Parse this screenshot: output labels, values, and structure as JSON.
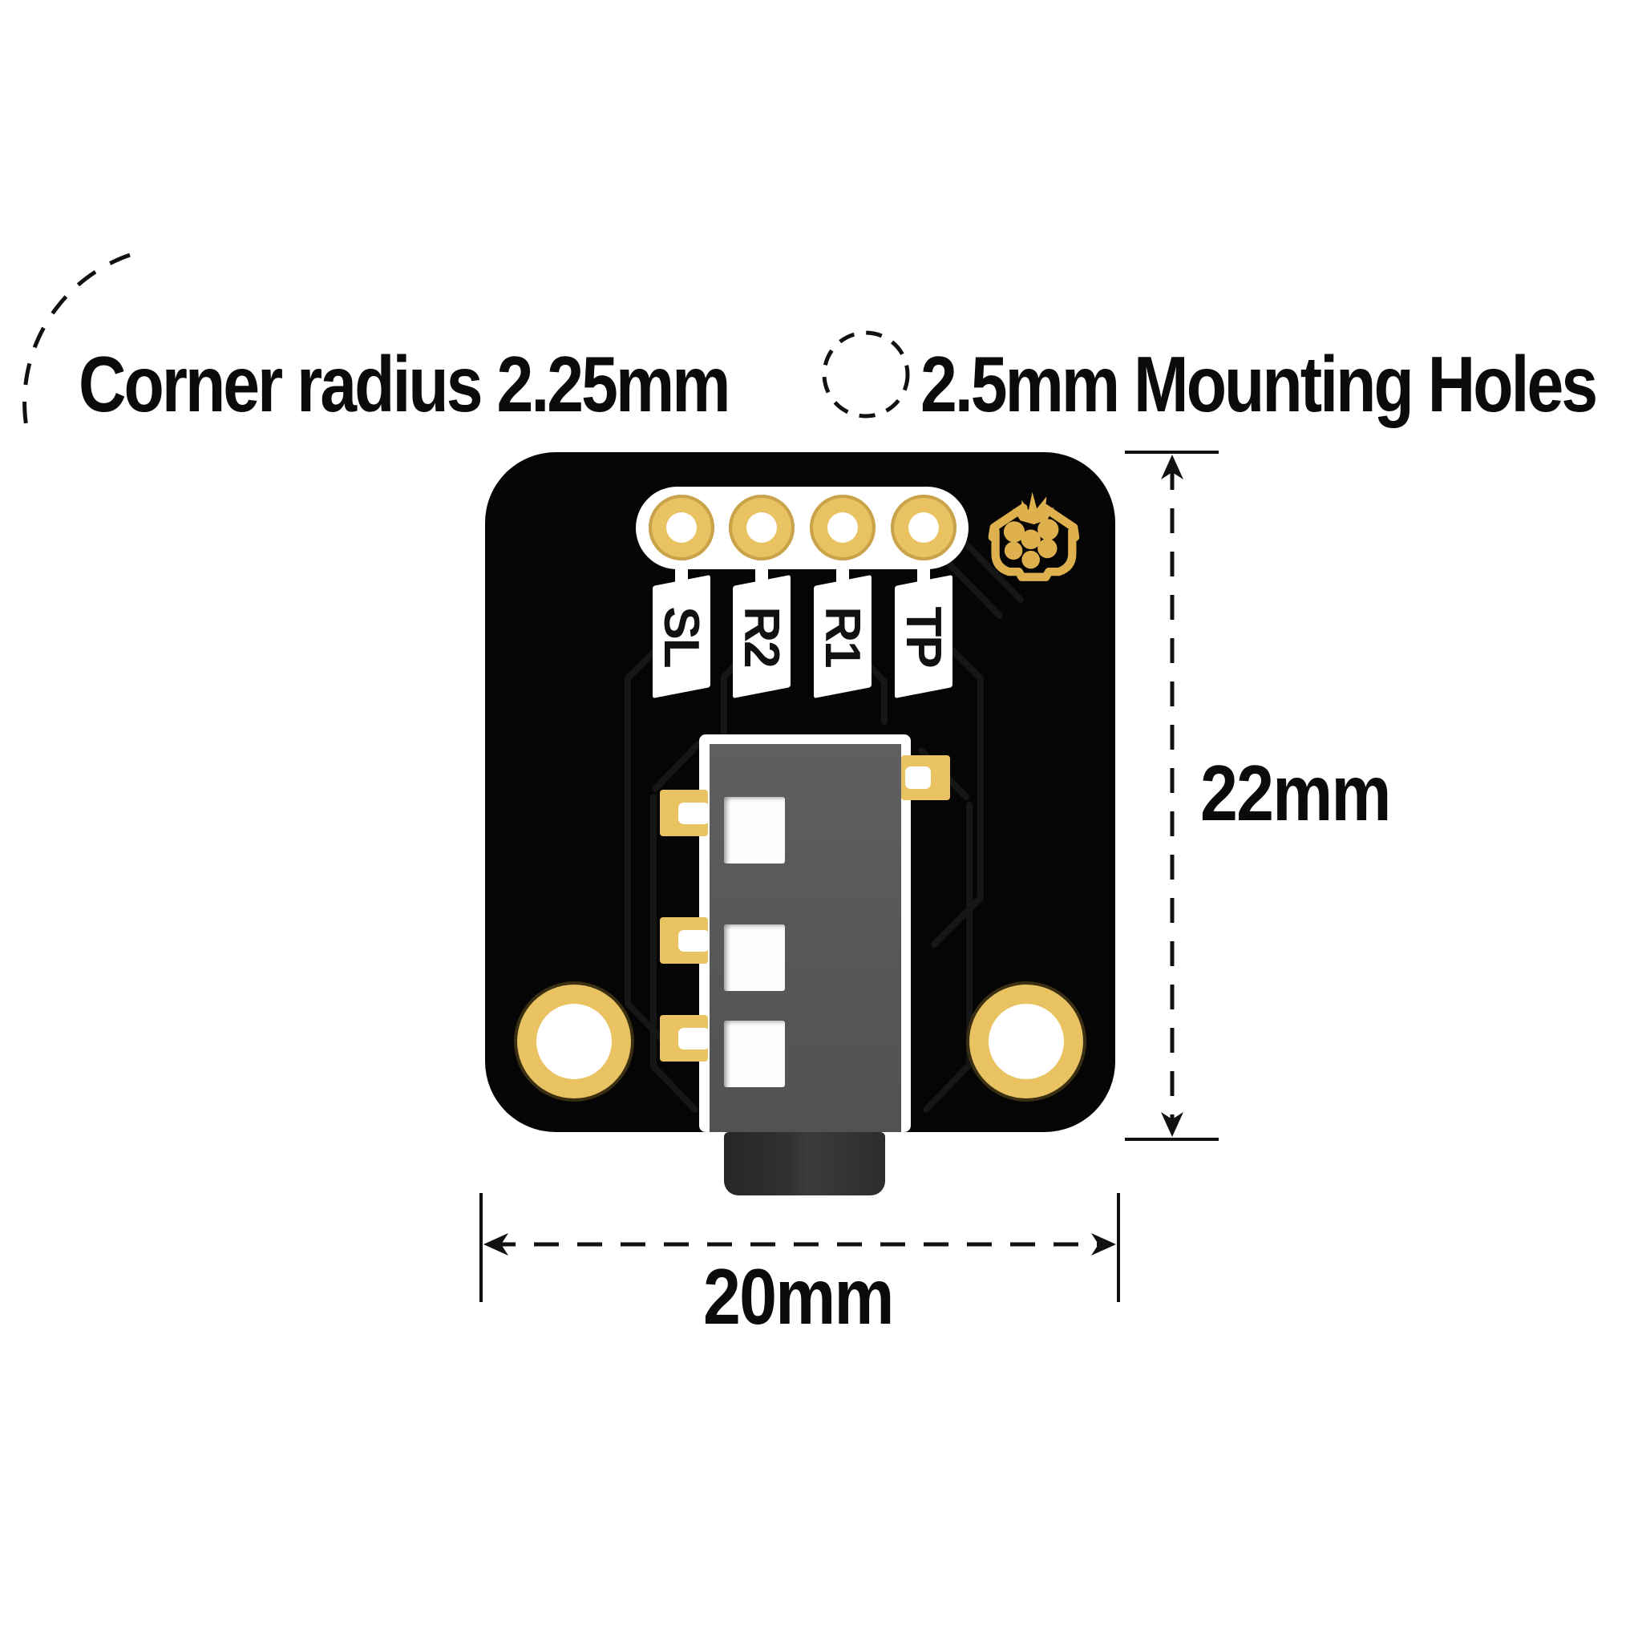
{
  "colors": {
    "bg": "#ffffff",
    "board": "#050505",
    "gold": "#e9c261",
    "logo_gold": "#dfb14e",
    "jack_gray": "#585858",
    "barrel_gray": "#2e2e2e",
    "line_black": "#111111"
  },
  "annotations": {
    "corner_radius_label": "Corner radius 2.25mm",
    "mounting_holes_label": "2.5mm Mounting Holes",
    "height_dimension": "22mm",
    "width_dimension": "20mm"
  },
  "board": {
    "pins": [
      "SL",
      "R2",
      "R1",
      "TP"
    ],
    "icons": {
      "logo": "raspberry-house-logo",
      "corner_callout": "dashed-corner-arc",
      "hole_callout": "dashed-circle"
    },
    "components": {
      "connector": "3.5mm audio jack",
      "mounting_holes": 2,
      "header_pads": 4
    }
  }
}
